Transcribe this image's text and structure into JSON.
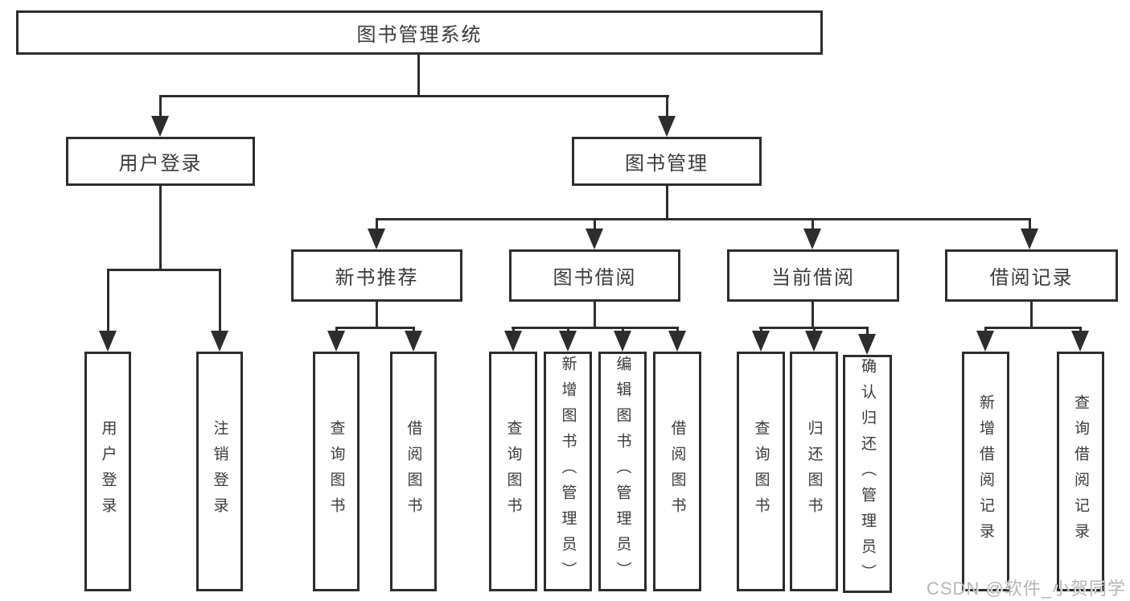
{
  "root_label": "图书管理系统",
  "level2": {
    "user": "用户登录",
    "book": "图书管理"
  },
  "level3": {
    "recommend": "新书推荐",
    "borrow": "图书借阅",
    "current": "当前借阅",
    "records": "借阅记录"
  },
  "leaves": {
    "user": [
      "用户登录",
      "注销登录"
    ],
    "recommend": [
      "查询图书",
      "借阅图书"
    ],
    "borrow": [
      "查询图书",
      "新增图书（管理员）",
      "编辑图书（管理员）",
      "借阅图书"
    ],
    "current": [
      "查询图书",
      "归还图书",
      "确认归还（管理员）"
    ],
    "records": [
      "新增借阅记录",
      "查询借阅记录"
    ]
  },
  "watermark": "CSDN @软件_小贺同学",
  "colors": {
    "line": "#2d2d2d",
    "text": "#3a3a3a",
    "watermark": "#b5b5b5",
    "background": "#ffffff"
  }
}
